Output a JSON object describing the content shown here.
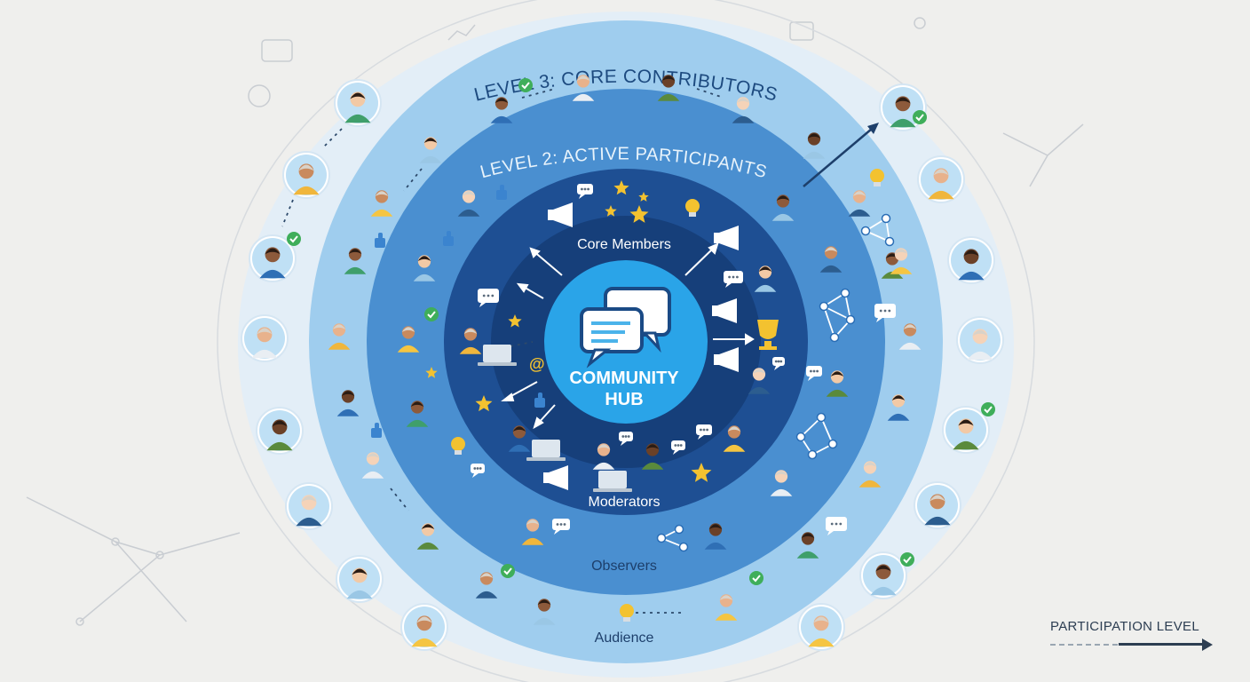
{
  "hub": {
    "line1": "COMMUNITY",
    "line2": "HUB"
  },
  "levels": {
    "level3": "LEVEL 3: CORE CONTRIBUTORS",
    "level2": "LEVEL 2: ACTIVE PARTICIPANTS"
  },
  "ring_labels": {
    "core_members": "Core Members",
    "moderators": "Moderators",
    "observers": "Observers",
    "audience": "Audience"
  },
  "legend": {
    "label": "PARTICIPATION LEVEL"
  },
  "colors": {
    "background": "#efefed",
    "ring_outer": "#cfe6f7",
    "ring_level3": "#9fcdee",
    "ring_level2": "#4a8fd0",
    "ring_core": "#2460a8",
    "ring_inner": "#163f7a",
    "hub": "#2aa4e8",
    "accent_star": "#f3c230",
    "accent_check": "#3fae5a"
  },
  "icons": [
    "chat-bubbles-icon",
    "megaphone-icon",
    "star-icon",
    "trophy-icon",
    "lightbulb-icon",
    "thumbs-up-icon",
    "check-icon",
    "laptop-icon",
    "network-icon",
    "at-sign-icon",
    "person-avatar-icon"
  ]
}
